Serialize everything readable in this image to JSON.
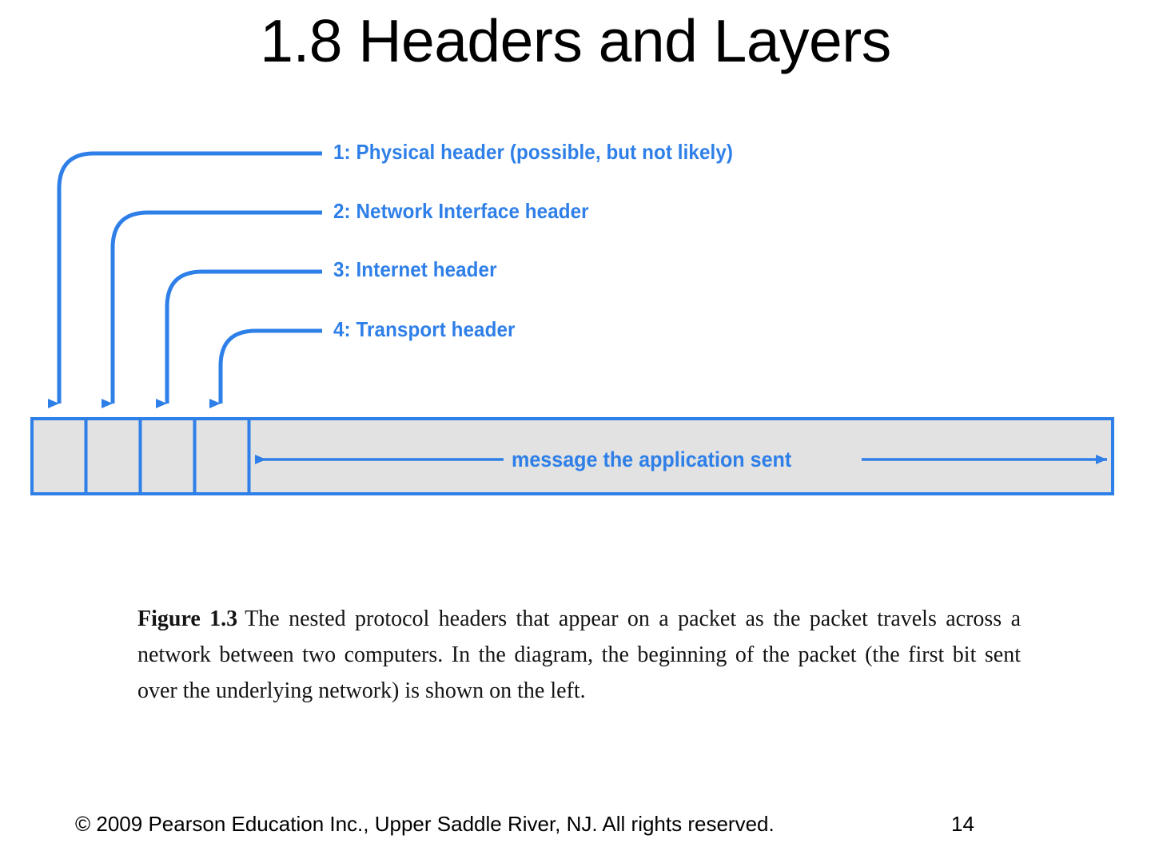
{
  "slide": {
    "title": "1.8 Headers and Layers"
  },
  "colors": {
    "accent_blue": "#2E7FE8",
    "bar_fill_gray": "#E2E2E2",
    "text_black": "#000000",
    "caption_text": "#141414"
  },
  "diagram": {
    "leaders": [
      {
        "id": 1,
        "label": "1: Physical header (possible, but not likely)"
      },
      {
        "id": 2,
        "label": "2: Network Interface header"
      },
      {
        "id": 3,
        "label": "3: Internet header"
      },
      {
        "id": 4,
        "label": "4: Transport header"
      }
    ],
    "packet_bar": {
      "header_cells": 4,
      "message_label": "message the application sent"
    }
  },
  "caption": {
    "number": "Figure 1.3",
    "body": "The nested protocol headers that appear on a packet as the packet travels across a network between two computers.  In the diagram, the beginning of the packet (the first bit sent over the underlying network) is shown on the left."
  },
  "footer": {
    "copyright": "© 2009 Pearson Education Inc., Upper Saddle River, NJ. All rights reserved.",
    "page_number": "14"
  }
}
